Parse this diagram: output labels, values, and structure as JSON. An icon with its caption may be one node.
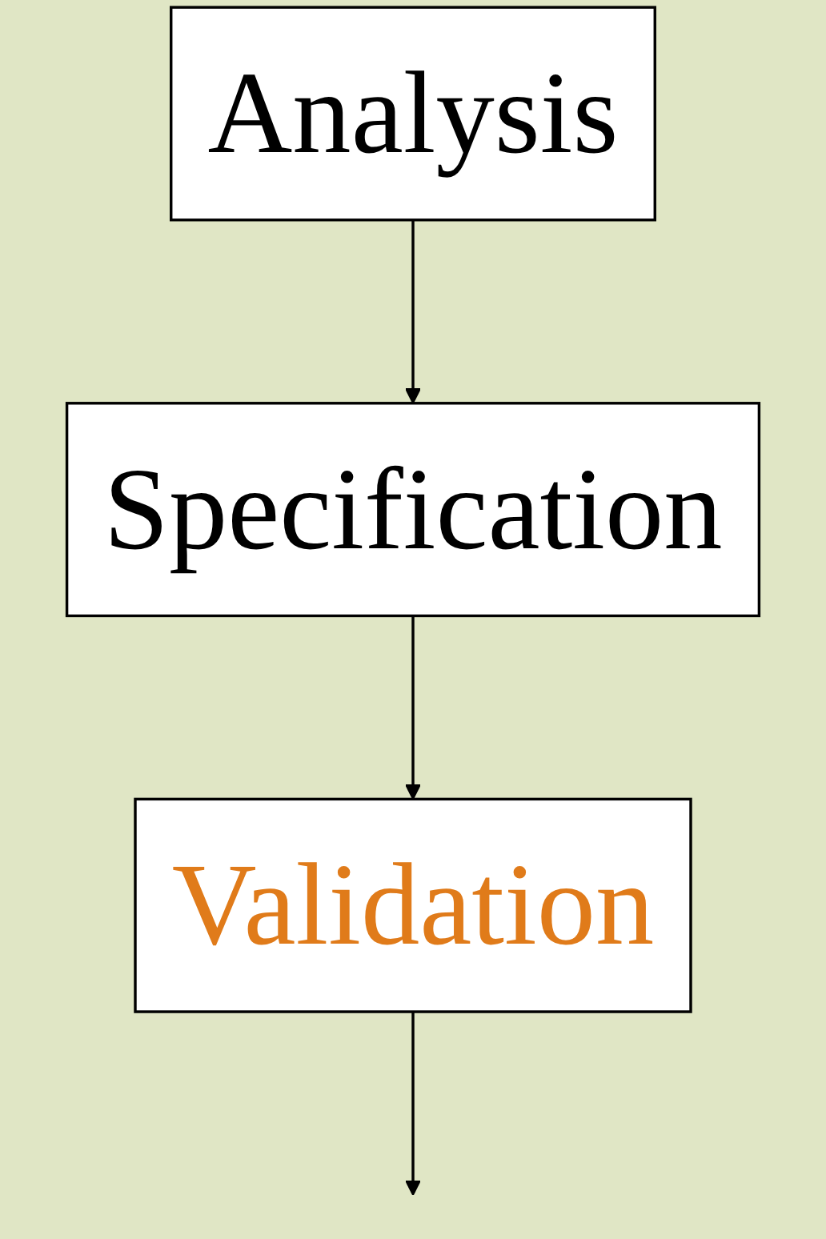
{
  "diagram": {
    "nodes": [
      {
        "text": [
          "Analysis"
        ]
      },
      {
        "text": [
          "Specification"
        ]
      },
      {
        "text": [
          "Validation"
        ]
      }
    ],
    "edges": [
      {
        "from": 0,
        "to": 1,
        "arrow": "to"
      },
      {
        "from": 1,
        "to": 2,
        "arrow": "to"
      },
      {
        "from": 2,
        "to": null,
        "arrow": "to"
      }
    ]
  }
}
